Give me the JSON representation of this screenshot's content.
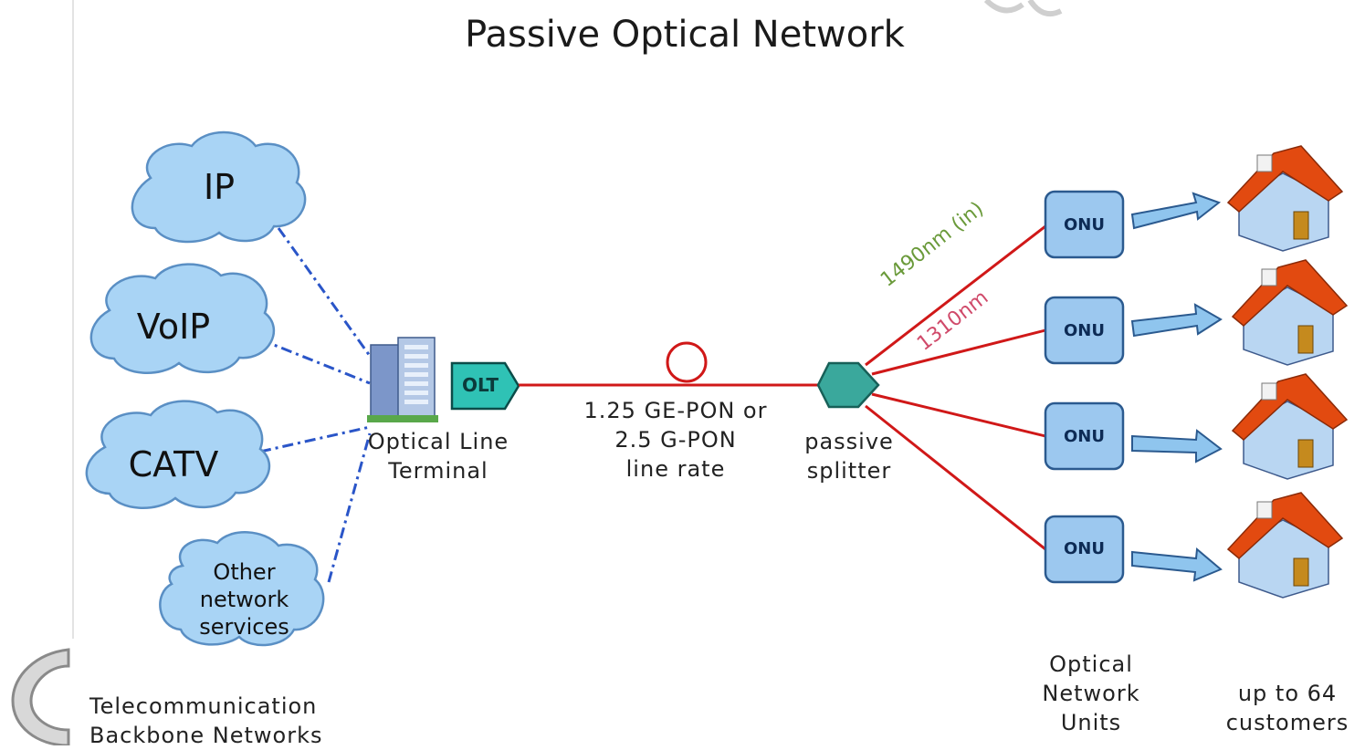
{
  "title": "Passive Optical Network",
  "clouds": [
    {
      "label": "IP"
    },
    {
      "label": "VoIP"
    },
    {
      "label": "CATV"
    },
    {
      "label": "Other network services"
    }
  ],
  "backbone_label_line1": "Telecommunication",
  "backbone_label_line2": "Backbone Networks",
  "olt": {
    "badge": "OLT",
    "label_line1": "Optical Line",
    "label_line2": "Terminal"
  },
  "fiber": {
    "rate_line1": "1.25 GE-PON or",
    "rate_line2": "2.5 G-PON",
    "rate_line3": "line rate"
  },
  "splitter": {
    "label_line1": "passive",
    "label_line2": "splitter"
  },
  "wavelengths": {
    "downstream": "1490nm (in)",
    "upstream": "1310nm",
    "downstream_color": "#6a9a3a",
    "upstream_color": "#d04a6a"
  },
  "onus": [
    {
      "label": "ONU"
    },
    {
      "label": "ONU"
    },
    {
      "label": "ONU"
    },
    {
      "label": "ONU"
    }
  ],
  "onu_caption": {
    "line1": "Optical",
    "line2": "Network",
    "line3": "Units"
  },
  "customers_caption": {
    "line1": "up to 64",
    "line2": "customers"
  },
  "colors": {
    "cloud_fill": "#a9d4f5",
    "cloud_stroke": "#5a8fc4",
    "fiber_red": "#d01818",
    "dashed_blue": "#2a55c8",
    "onu_fill": "#9cc8ef",
    "olt_fill": "#2fc2b5",
    "splitter_fill": "#3aa89c",
    "roof": "#e24a10",
    "wall": "#b9d6f2",
    "door": "#c58a1e"
  }
}
